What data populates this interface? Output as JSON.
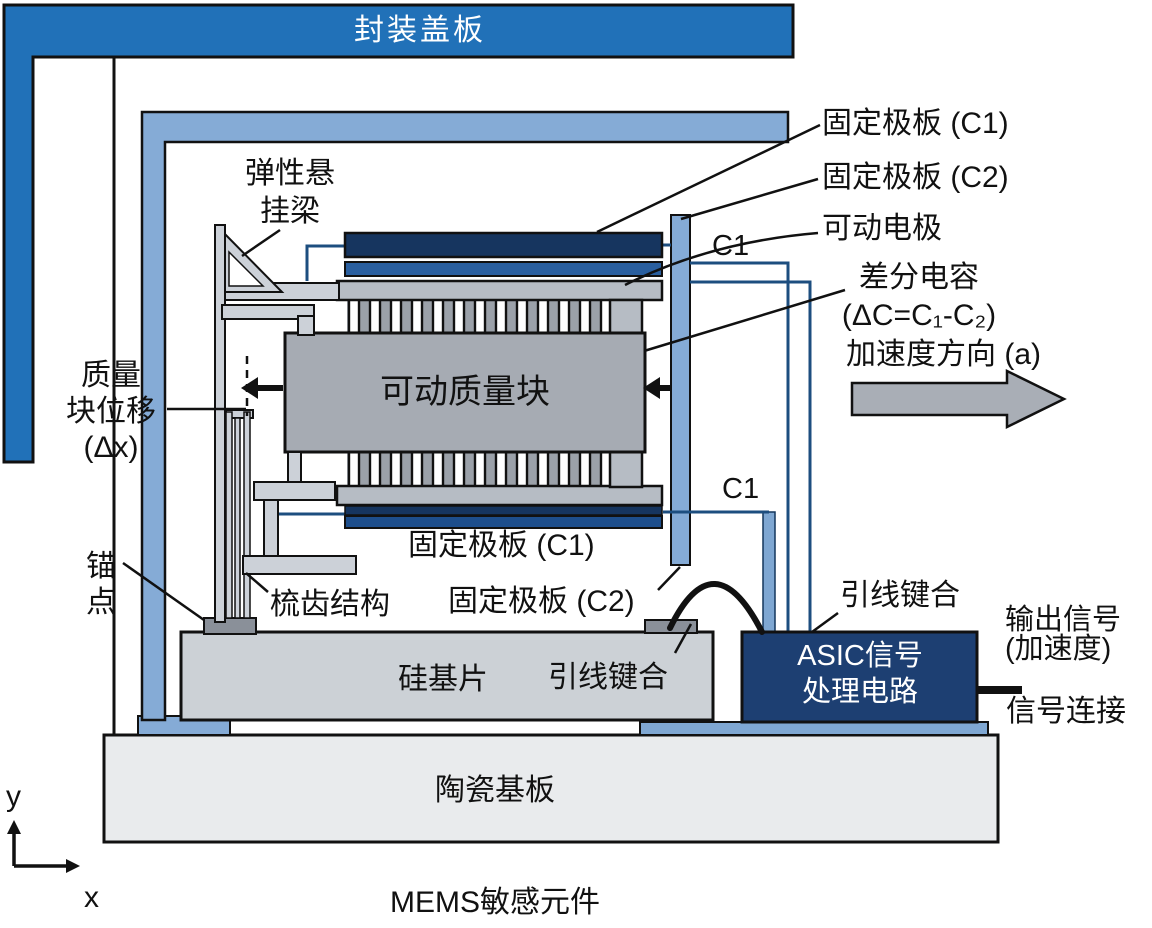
{
  "figure": {
    "caption": "MEMS敏感元件"
  },
  "package": {
    "cover_label": "封装盖板",
    "ceramic_label": "陶瓷基板",
    "silicon_label": "硅基片"
  },
  "sensing_element": {
    "fixed_plate_c1_top": "固定极板 (C1)",
    "fixed_plate_c2_top": "固定极板 (C2)",
    "movable_electrode": "可动电极",
    "differential_cap": "差分电容\n(ΔC=C₁-C₂)",
    "accel_direction": "加速度方向 (a)",
    "cap_label_upper": "C1",
    "cap_label_lower": "C1",
    "proof_mass": "可动质量块",
    "spring": "弹性悬\n挂梁",
    "mass_displacement": "质量\n块位移\n(Δx)",
    "anchor": "锚\n点",
    "comb": "梳齿结构",
    "fixed_plate_c1_bottom": "固定极板 (C1)",
    "fixed_plate_c2_bottom": "固定极板 (C2)"
  },
  "circuit": {
    "asic": "ASIC信号\n处理电路",
    "wirebond_left": "引线键合",
    "wirebond_right": "引线键合",
    "output_signal": "输出信号\n(加速度)",
    "signal_connection": "信号连接"
  },
  "axes": {
    "x": "x",
    "y": "y"
  },
  "colors": {
    "package_cover_blue": "#2171b8",
    "inner_frame_blue": "#85abd6",
    "plate_c1_navy": "#16355f",
    "plate_c2_blue": "#2a5f9f",
    "asic_navy": "#1d3f72",
    "wire_navy": "#1d4e7f",
    "metal_gray": "#a6abb3",
    "spring_gray": "#ccd1d8",
    "silicon_gray": "#ccd1d6",
    "ceramic_gray": "#e9ebed",
    "outline_black": "#111111"
  }
}
